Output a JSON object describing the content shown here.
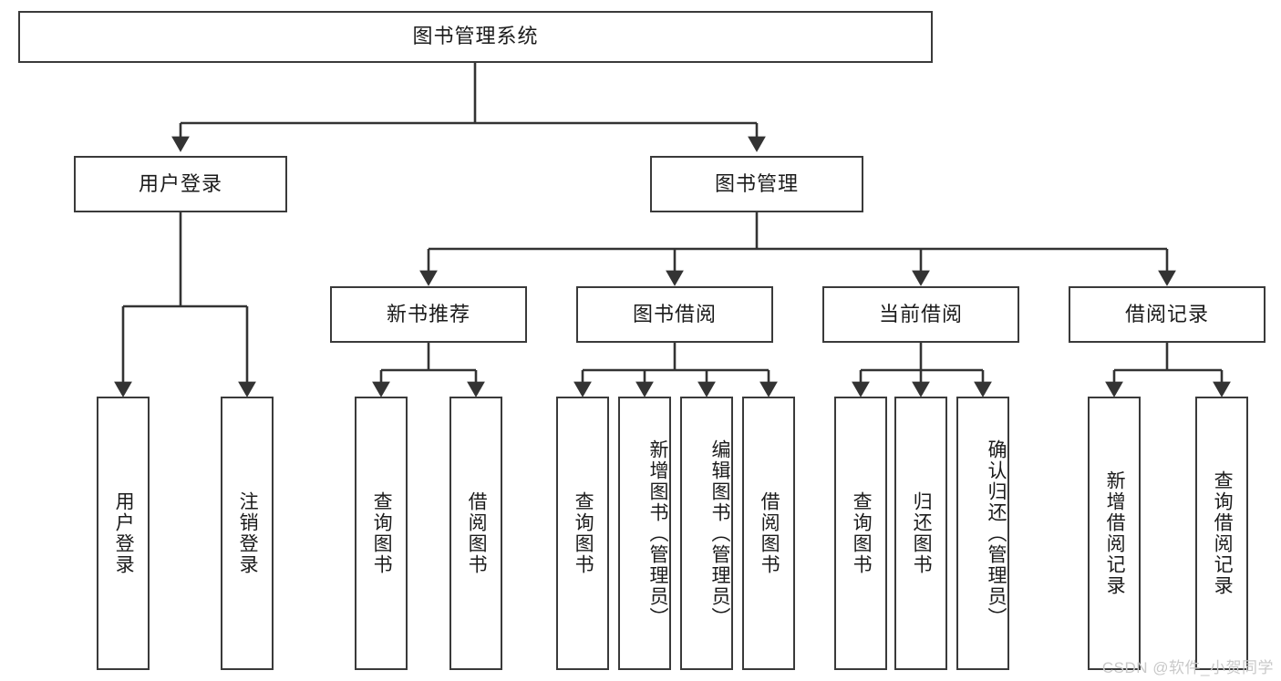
{
  "diagram": {
    "type": "tree",
    "title": "图书管理系统",
    "root": {
      "label": "图书管理系统"
    },
    "level2": [
      {
        "label": "用户登录"
      },
      {
        "label": "图书管理"
      }
    ],
    "level3": [
      {
        "label": "新书推荐"
      },
      {
        "label": "图书借阅"
      },
      {
        "label": "当前借阅"
      },
      {
        "label": "借阅记录"
      }
    ],
    "leaves": {
      "user_login": [
        "用户登录",
        "注销登录"
      ],
      "new_book_recommend": [
        "查询图书",
        "借阅图书"
      ],
      "book_borrow": [
        "查询图书",
        "新增图书（管理员）",
        "编辑图书（管理员）",
        "借阅图书"
      ],
      "current_borrow": [
        "查询图书",
        "归还图书",
        "确认归还（管理员）"
      ],
      "borrow_record": [
        "新增借阅记录",
        "查询借阅记录"
      ]
    }
  },
  "watermark": {
    "text": "CSDN @软件_小贺同学"
  },
  "colors": {
    "border": "#3a3a3a",
    "text": "#1b1b1b",
    "background": "#ffffff",
    "watermark": "#c9c9c9"
  }
}
